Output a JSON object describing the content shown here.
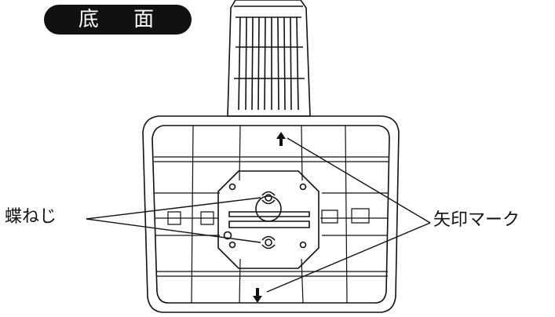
{
  "title": "底 面",
  "labels": {
    "wing_nut": "蝶ねじ",
    "arrow_mark": "矢印マーク"
  },
  "colors": {
    "line": "#111111",
    "badge_bg": "#111111",
    "badge_text": "#ffffff",
    "background": "#ffffff"
  }
}
